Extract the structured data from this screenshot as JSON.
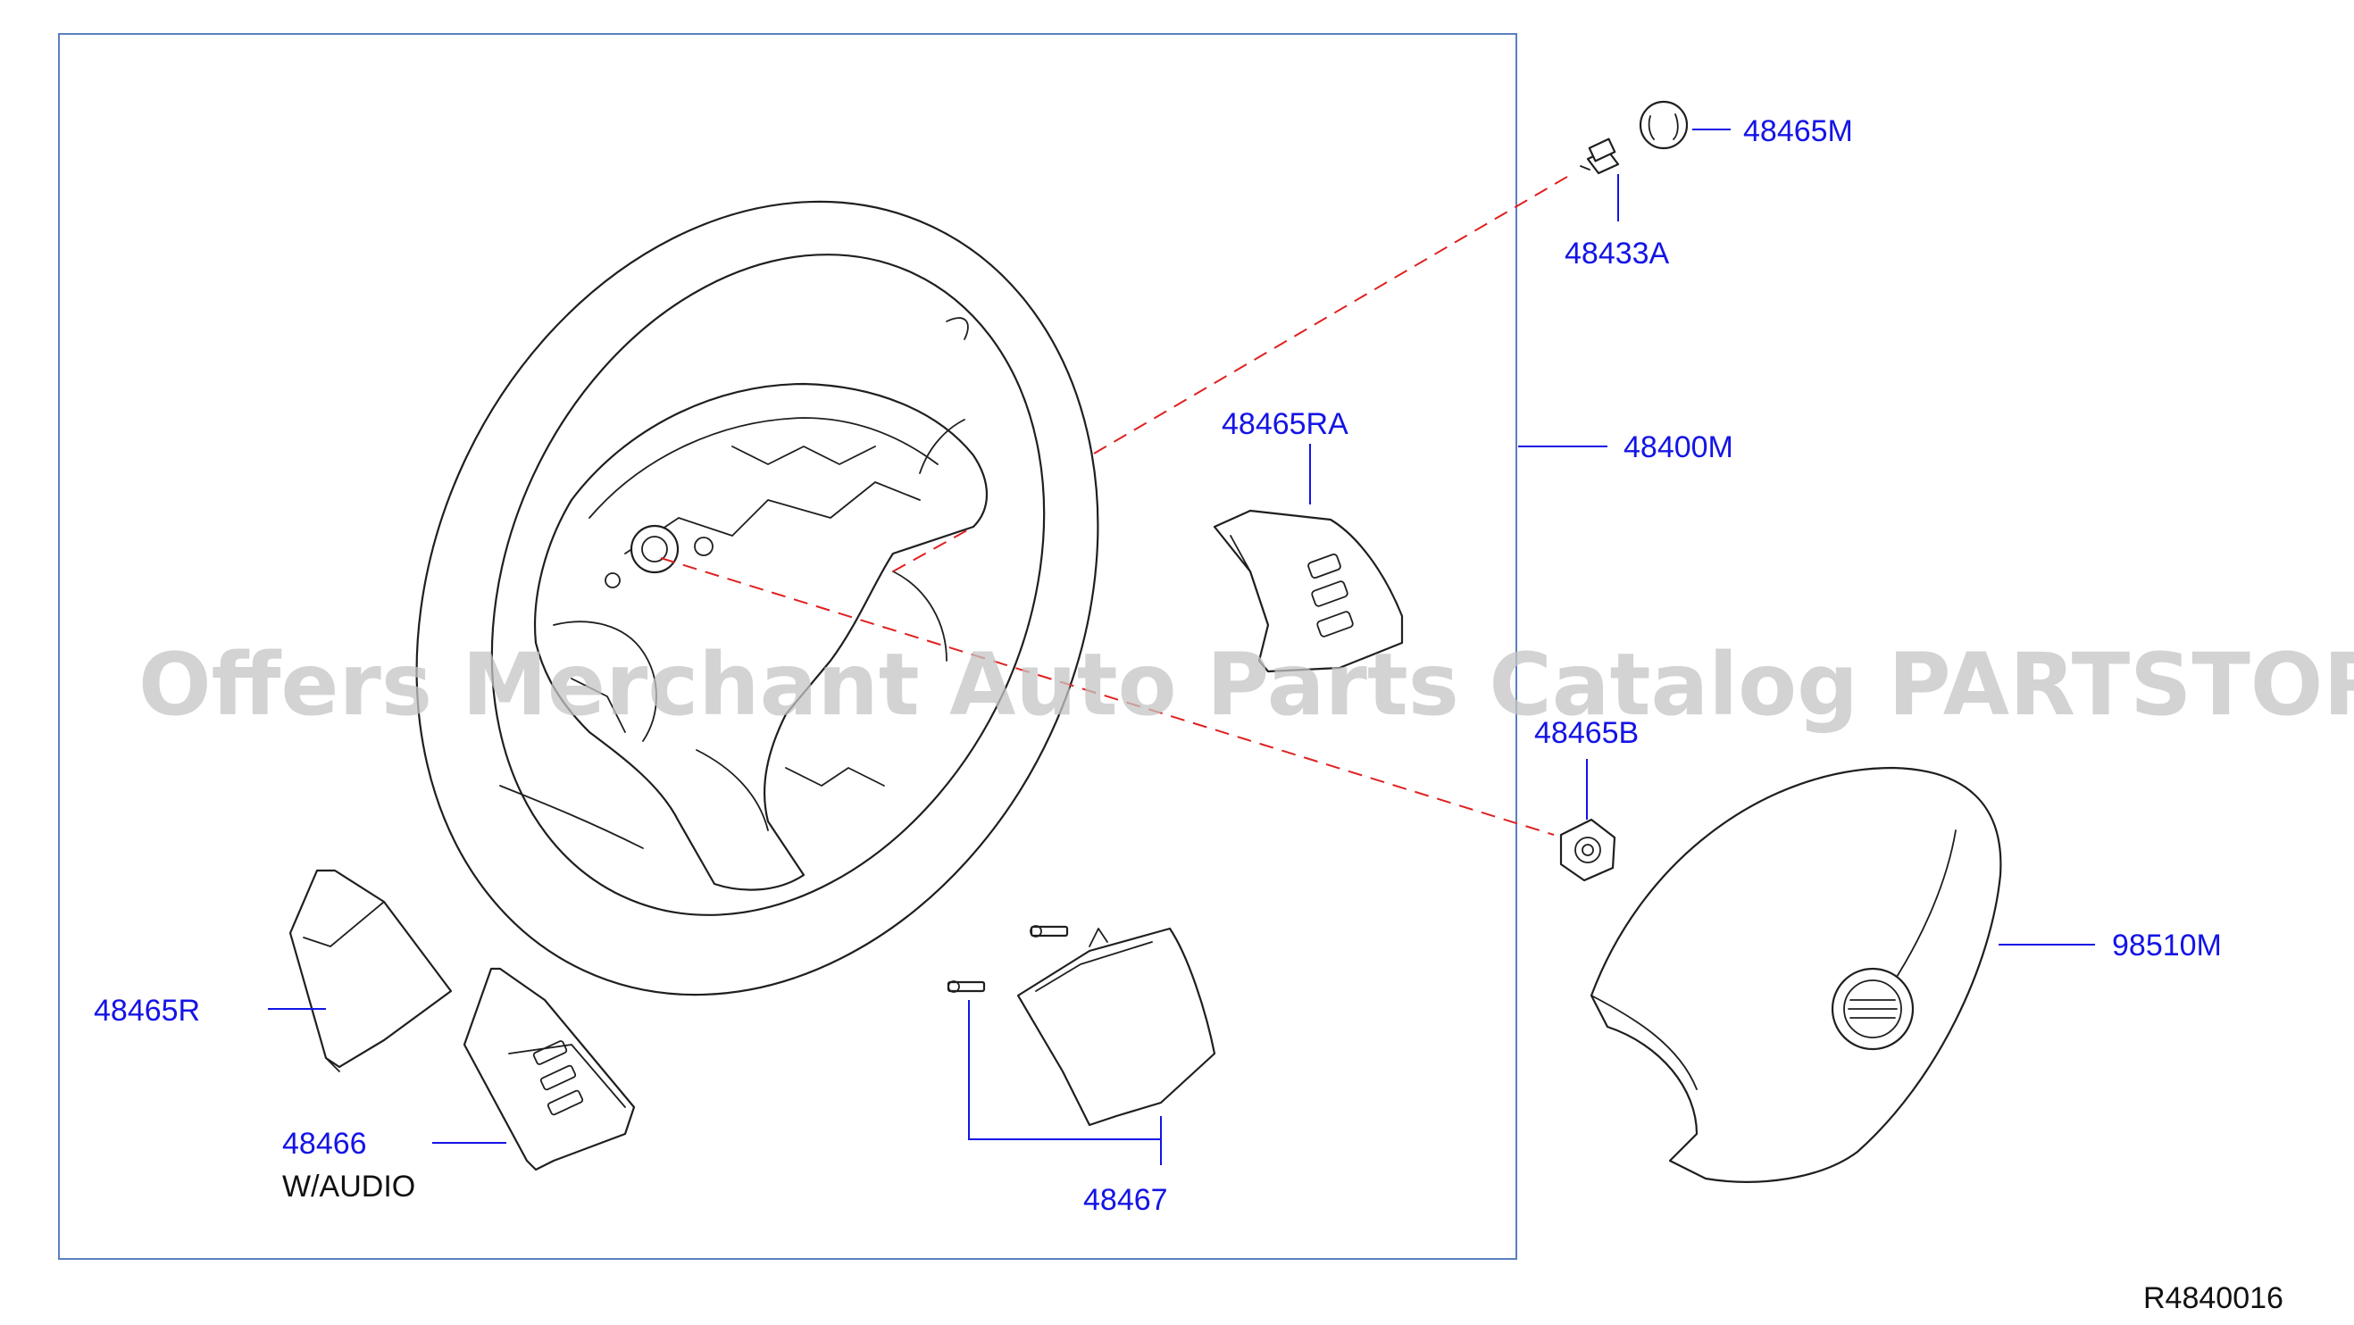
{
  "diagram": {
    "callouts": {
      "p48465M": "48465M",
      "p48433A": "48433A",
      "p48465RA": "48465RA",
      "p48400M": "48400M",
      "p48465B": "48465B",
      "p98510M": "98510M",
      "p48465R": "48465R",
      "p48466": "48466",
      "p48467": "48467"
    },
    "note_w_audio": "W/AUDIO",
    "drawing_code": "R4840016"
  },
  "watermark": "Offers Merchant Auto Parts Catalog PARTSTORE.SA",
  "colors": {
    "callout": "#1414e6",
    "frame": "#5a7fbf",
    "hidden_line": "#e02020",
    "drawing": "#1f1f1f"
  }
}
